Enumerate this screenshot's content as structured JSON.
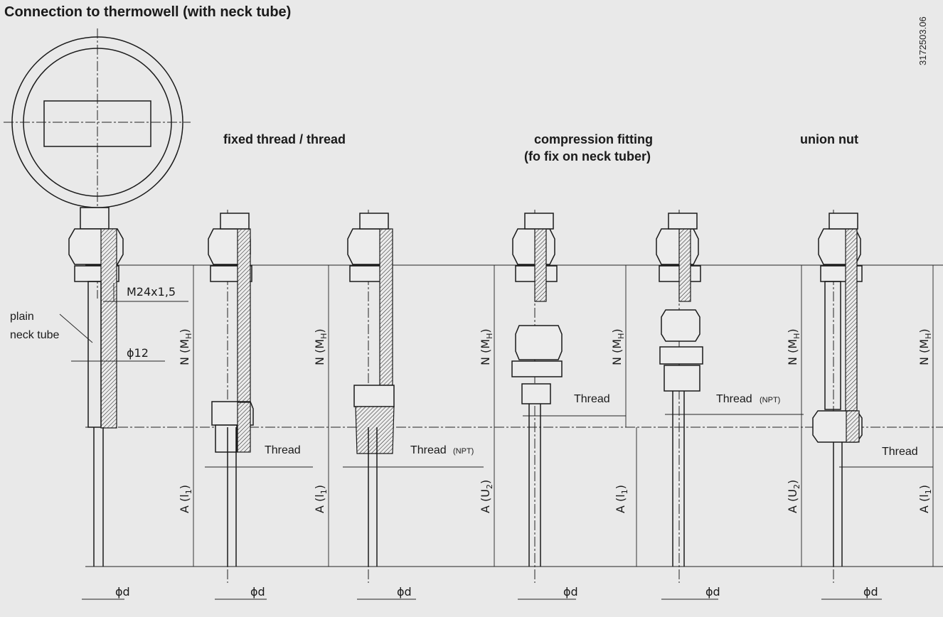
{
  "title": "Connection to thermowell (with neck tube)",
  "doc_number": "3172503.06",
  "groups": {
    "fixed_thread": "fixed thread / thread",
    "compression_line1": "compression fitting",
    "compression_line2": "(fo fix on neck tuber)",
    "union_nut": "union nut"
  },
  "labels": {
    "plain_neck_tube_1": "plain",
    "plain_neck_tube_2": "neck tube",
    "thread_size": "M24x1,5",
    "neck_diameter": "ϕ12",
    "thread": "Thread",
    "thread_npt_sub": "(NPT)",
    "stem_diameter": "ϕd",
    "dim_N": "N (M",
    "dim_N_sub": "H",
    "dim_A_l1": "A (l",
    "dim_A_l1_sub": "1",
    "dim_A_U2": "A (U",
    "dim_A_U2_sub": "2",
    "close_paren": ")"
  },
  "colors": {
    "background": "#e9e9e9",
    "line": "#1a1a1a"
  }
}
